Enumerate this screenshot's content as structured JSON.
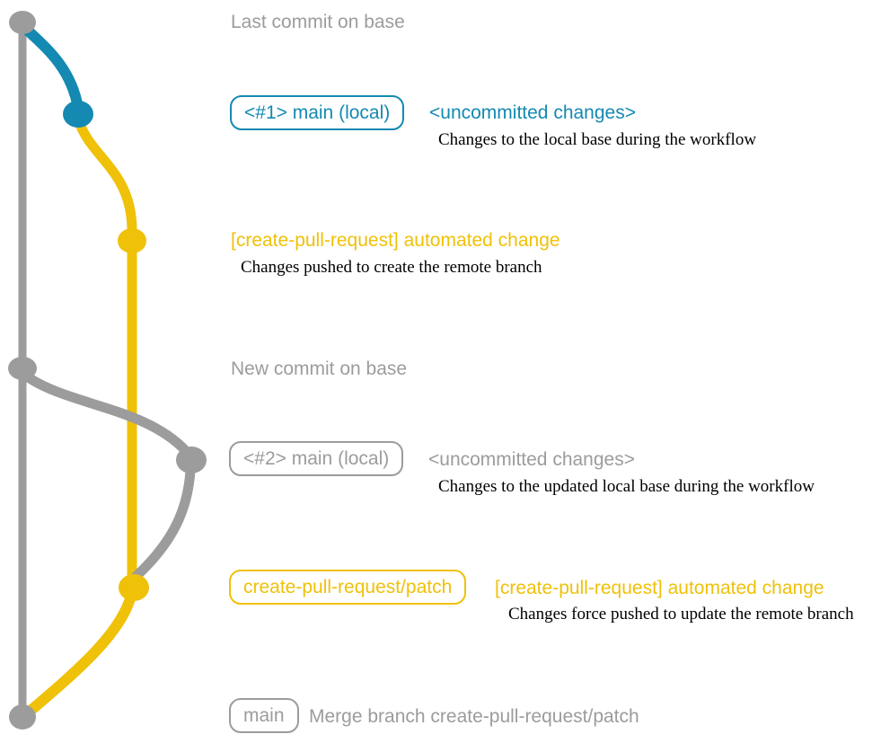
{
  "colors": {
    "teal": "#1489b2",
    "yellow": "#efc108",
    "gray": "#9c9c9c",
    "ink": "#000000",
    "bg": "#ffffff"
  },
  "graph": {
    "commits": [
      {
        "name": "last-commit-on-base",
        "color": "gray"
      },
      {
        "name": "uncommitted-changes-1",
        "color": "teal"
      },
      {
        "name": "automated-change-1",
        "color": "yellow"
      },
      {
        "name": "new-commit-on-base",
        "color": "gray"
      },
      {
        "name": "uncommitted-changes-2",
        "color": "gray"
      },
      {
        "name": "automated-change-2",
        "color": "yellow"
      },
      {
        "name": "merge-commit",
        "color": "gray"
      }
    ]
  },
  "annotations": {
    "note_last_commit": "Last commit on base",
    "row1": {
      "badge": "<#1> main (local)",
      "title": "<uncommitted changes>",
      "desc": "Changes to the local base during the workflow"
    },
    "row2": {
      "title": "[create-pull-request] automated change",
      "desc": "Changes pushed to create the remote branch"
    },
    "note_new_commit": "New commit on base",
    "row3": {
      "badge": "<#2> main (local)",
      "title": "<uncommitted changes>",
      "desc": "Changes to the updated local base during the workflow"
    },
    "row4": {
      "badge": "create-pull-request/patch",
      "title": "[create-pull-request] automated change",
      "desc": "Changes force pushed to update the remote branch"
    },
    "row5": {
      "badge": "main",
      "title": "Merge branch create-pull-request/patch"
    }
  }
}
